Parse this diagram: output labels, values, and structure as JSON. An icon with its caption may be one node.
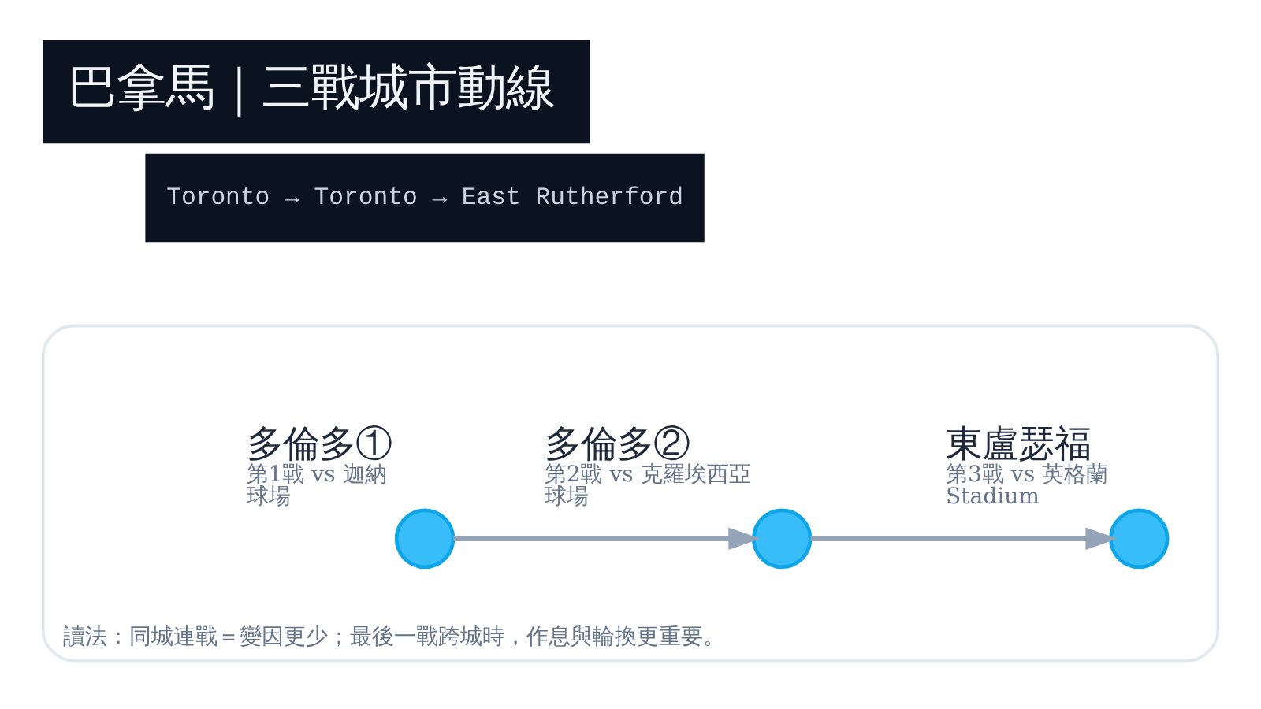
{
  "diagram": {
    "title": "巴拿馬｜三戰城市動線",
    "nodes": [
      {
        "text": [
          "讀法：同城連戰＝變因更少；最後一戰跨城時，作息與輪換更重要。"
        ]
      },
      {
        "text": [],
        "shape": "circle",
        "in": 0,
        "beside": [
          "多倫多①",
          "第1戰 vs 迦納",
          "球場"
        ]
      },
      {
        "text": [],
        "shape": "circle",
        "in": 0,
        "beside": [
          "多倫多②",
          "第2戰 vs 克羅埃西亞",
          "球場"
        ]
      },
      {
        "text": [],
        "shape": "circle",
        "in": 0,
        "beside": [
          "東盧瑟福",
          "第3戰 vs 英格蘭",
          "Stadium"
        ]
      }
    ],
    "edges": [
      {
        "from": 1,
        "to": 2,
        "arrow": "to"
      },
      {
        "from": 2,
        "to": 3,
        "arrow": "to"
      }
    ],
    "labels": [
      "Toronto → Toronto → East Rutherford"
    ]
  }
}
